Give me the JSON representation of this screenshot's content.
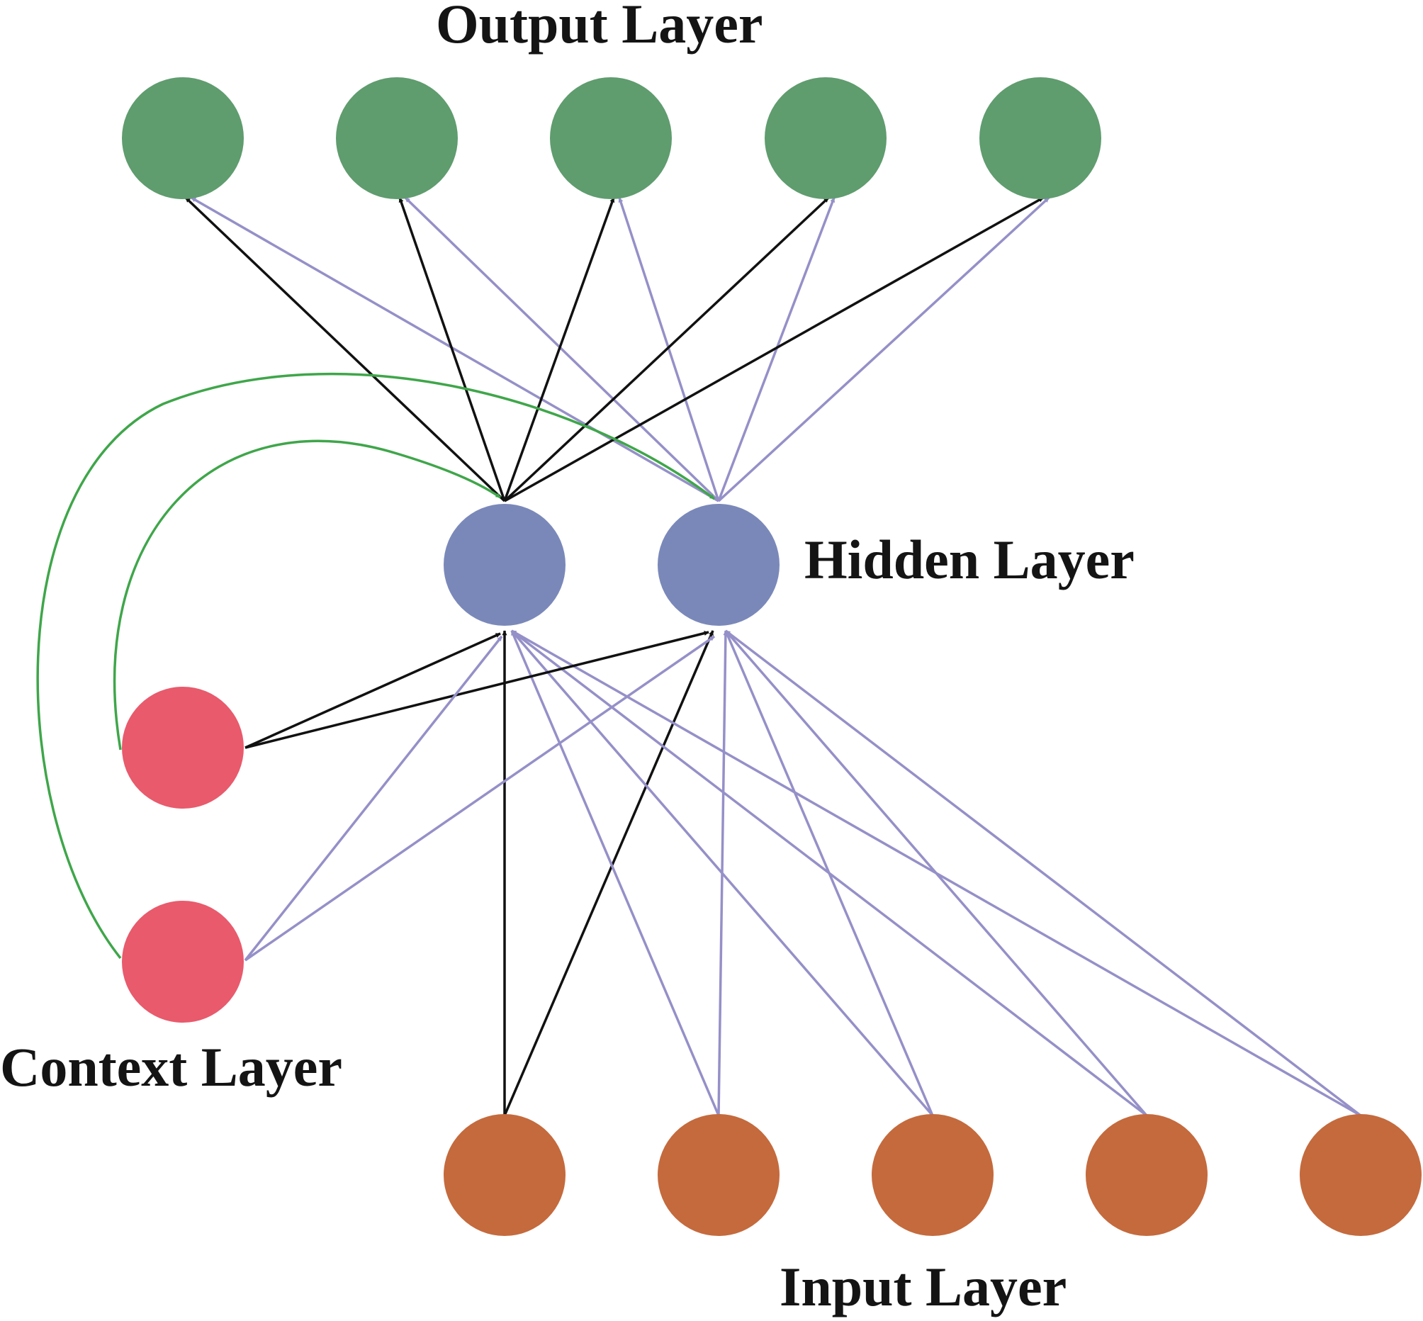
{
  "labels": {
    "output": "Output Layer",
    "hidden": "Hidden Layer",
    "context": "Context Layer",
    "input": "Input Layer"
  },
  "colors": {
    "output_node": "#5f9c6e",
    "hidden_node": "#7a88b9",
    "context_node": "#e85a6c",
    "input_node": "#c46a3d",
    "black_edge": "#111111",
    "purple_edge": "#9590c8",
    "green_edge": "#3fa64a"
  },
  "node_counts": {
    "output": 5,
    "hidden": 2,
    "context": 2,
    "input": 5
  }
}
